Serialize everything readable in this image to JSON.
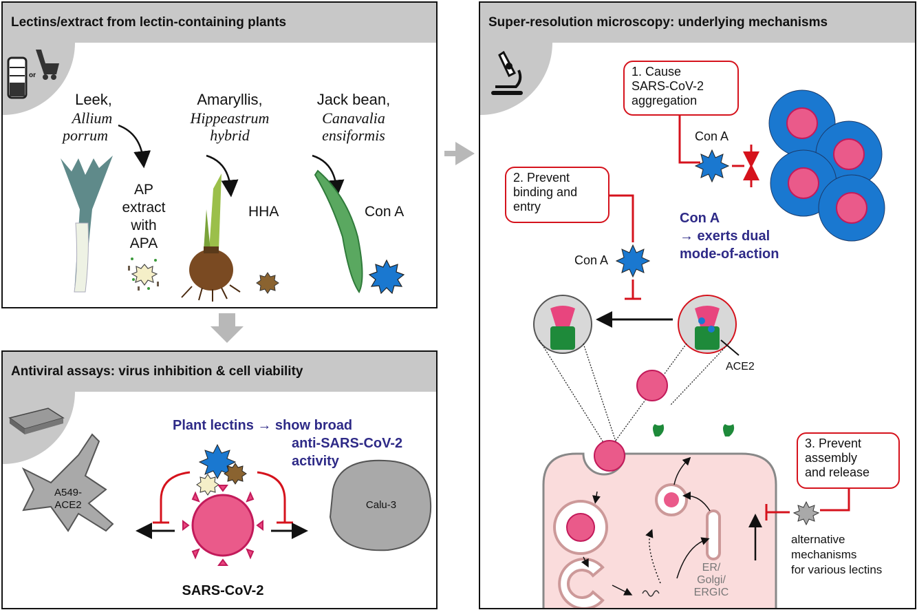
{
  "panels": {
    "plants": {
      "title": "Lectins/extract from lectin-containing plants",
      "icon_or_label": "or",
      "plants": [
        {
          "common": "Leek,",
          "latin_1": "Allium",
          "latin_2": "porrum",
          "product_lines": [
            "AP",
            "extract",
            "with",
            "APA"
          ]
        },
        {
          "common": "Amaryllis,",
          "latin_1": "Hippeastrum",
          "latin_2": "hybrid",
          "product_lines": [
            "HHA"
          ]
        },
        {
          "common": "Jack bean,",
          "latin_1": "Canavalia",
          "latin_2": "ensiformis",
          "product_lines": [
            "Con A"
          ]
        }
      ]
    },
    "assays": {
      "title": "Antiviral assays: virus inhibition & cell viability",
      "headline_1": "Plant lectins → show broad",
      "headline_2": "anti-SARS-CoV-2",
      "headline_3": "activity",
      "cell_left_1": "A549-",
      "cell_left_2": "ACE2",
      "cell_right": "Calu-3",
      "virus_label": "SARS-CoV-2"
    },
    "microscopy": {
      "title": "Super-resolution microscopy: underlying mechanisms",
      "mech1_lines": [
        "1. Cause",
        "SARS-CoV-2",
        "aggregation"
      ],
      "mech2_lines": [
        "2. Prevent",
        "binding and",
        "entry"
      ],
      "mech3_lines": [
        "3. Prevent",
        "assembly",
        "and release"
      ],
      "cona_label_1": "Con A",
      "cona_label_2": "Con A",
      "dual_1": "Con A",
      "dual_2": "→ exerts dual",
      "dual_3": "mode-of-action",
      "ace2_label": "ACE2",
      "er_1": "ER/",
      "er_2": "Golgi/",
      "er_3": "ERGIC",
      "alt_1": "alternative",
      "alt_2": "mechanisms",
      "alt_3": "for various lectins"
    }
  },
  "colors": {
    "header_gray": "#c8c8c8",
    "inhibit_red": "#d5121c",
    "cona_blue": "#1a78d0",
    "hha_brown": "#8a6330",
    "apa_cream": "#f5efc8",
    "virus_pink": "#e8457e",
    "ace2_green": "#1e8a3a",
    "cell_pink": "#fadcdc",
    "headline_navy": "#2e2a87"
  }
}
